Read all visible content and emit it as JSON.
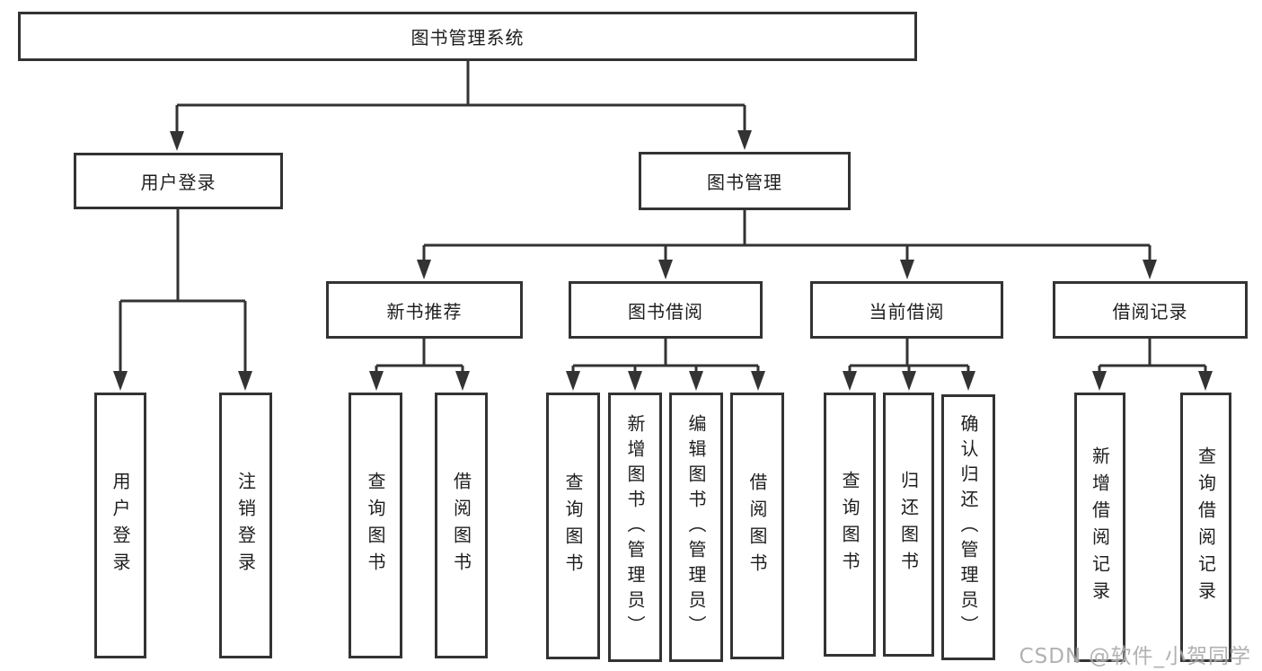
{
  "diagram": {
    "root": {
      "label": "图书管理系统"
    },
    "level2": [
      {
        "label": "用户登录"
      },
      {
        "label": "图书管理"
      }
    ],
    "level3": [
      {
        "label": "新书推荐"
      },
      {
        "label": "图书借阅"
      },
      {
        "label": "当前借阅"
      },
      {
        "label": "借阅记录"
      }
    ],
    "leaves": {
      "user_login": [
        {
          "label": "用户登录"
        },
        {
          "label": "注销登录"
        }
      ],
      "new_book": [
        {
          "label": "查询图书"
        },
        {
          "label": "借阅图书"
        }
      ],
      "book_borrow": [
        {
          "label": "查询图书"
        },
        {
          "label": "新增图书（管理员）"
        },
        {
          "label": "编辑图书（管理员）"
        },
        {
          "label": "借阅图书"
        }
      ],
      "current_borrow": [
        {
          "label": "查询图书"
        },
        {
          "label": "归还图书"
        },
        {
          "label": "确认归还（管理员）"
        }
      ],
      "borrow_record": [
        {
          "label": "新增借阅记录"
        },
        {
          "label": "查询借阅记录"
        }
      ]
    },
    "watermark": "CSDN @软件_小贺同学",
    "colors": {
      "line": "#333333",
      "text": "#1e1e1e",
      "watermark": "#9e9e9e",
      "background": "#ffffff"
    }
  }
}
